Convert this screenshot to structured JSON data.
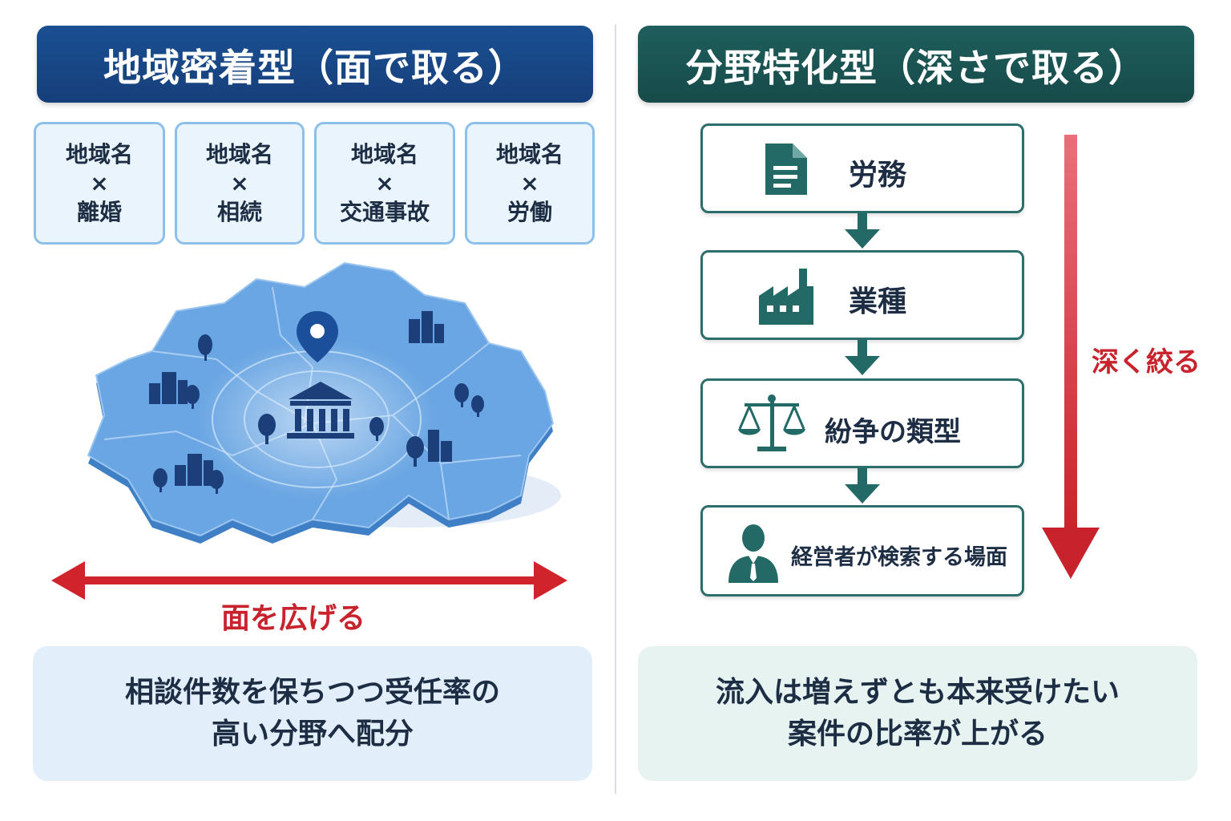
{
  "left": {
    "title": "地域密着型（面で取る）",
    "tags": [
      {
        "top": "地域名",
        "mid": "×",
        "bottom": "離婚"
      },
      {
        "top": "地域名",
        "mid": "×",
        "bottom": "相続"
      },
      {
        "top": "地域名",
        "mid": "×",
        "bottom": "交通事故"
      },
      {
        "top": "地域名",
        "mid": "×",
        "bottom": "労働"
      }
    ],
    "arrow_label": "面を広げる",
    "summary_line1": "相談件数を保ちつつ受任率の",
    "summary_line2": "高い分野へ配分"
  },
  "right": {
    "title": "分野特化型（深さで取る）",
    "steps": [
      {
        "label": "労務",
        "icon": "document-icon"
      },
      {
        "label": "業種",
        "icon": "factory-icon"
      },
      {
        "label": "紛争の類型",
        "icon": "scales-icon"
      },
      {
        "label": "経営者が検索する場面",
        "icon": "businessperson-icon"
      }
    ],
    "arrow_label": "深く絞る",
    "summary_line1": "流入は増えずとも本来受けたい",
    "summary_line2": "案件の比率が上がる"
  },
  "colors": {
    "left_header": "#1a4f92",
    "right_header": "#1e5e5c",
    "accent_red": "#c8232c",
    "map_blue": "#6aa6e3"
  }
}
